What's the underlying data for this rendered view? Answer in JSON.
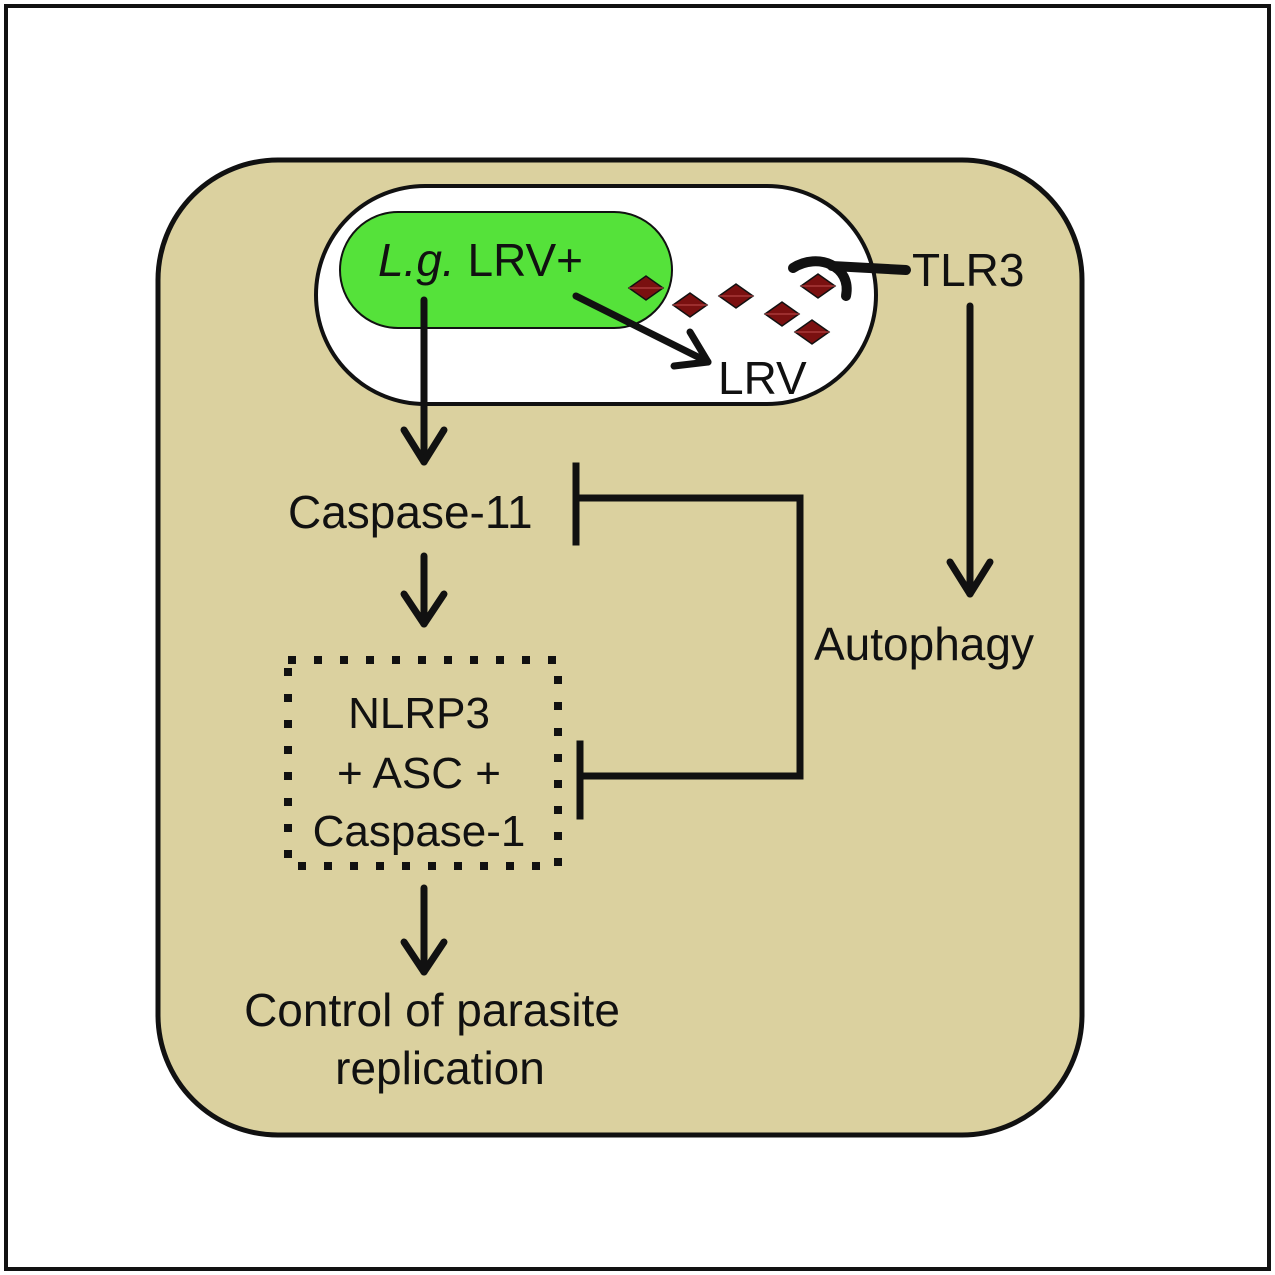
{
  "colors": {
    "cell_fill": "#dbd19f",
    "parasite_fill": "#55e23a",
    "vacuole_fill": "#ffffff",
    "virus_fill": "#7a1010",
    "stroke": "#111111"
  },
  "parasite": {
    "label_italic": "L.g.",
    "label_rest": " LRV+"
  },
  "virus": {
    "label": "LRV"
  },
  "receptor": {
    "label": "TLR3"
  },
  "pathway": {
    "caspase11": "Caspase-11",
    "autophagy": "Autophagy",
    "inflammasome": [
      "NLRP3",
      "+ ASC +",
      "Caspase-1"
    ],
    "outcome": [
      "Control of parasite",
      "replication"
    ]
  }
}
